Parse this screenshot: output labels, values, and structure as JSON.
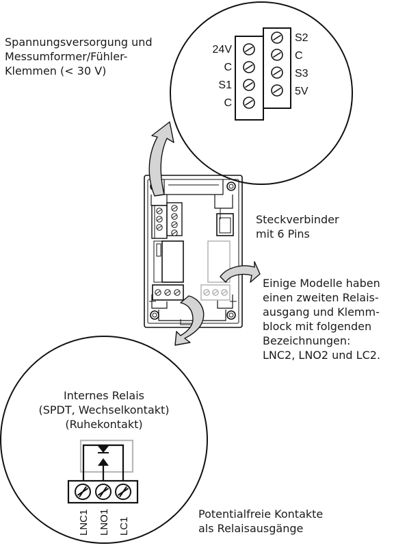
{
  "labels": {
    "supply_terminals": [
      "Spannungsversorgung und",
      "Messumformer/Fühler-",
      "Klemmen (< 30 V)"
    ],
    "connector": [
      "Steckverbinder",
      "mit 6 Pins"
    ],
    "second_relay": [
      "Einige Modelle haben",
      "einen zweiten Relais-",
      "ausgang und Klemm-",
      "block mit folgenden",
      "Bezeichnungen:",
      "LNC2, LNO2 und LC2."
    ],
    "internal_relay": [
      "Internes Relais",
      "(SPDT, Wechselkontakt)",
      "(Ruhekontakt)"
    ],
    "potential_free": [
      "Potentialfreie Kontakte",
      "als Relaisausgänge"
    ]
  },
  "terminals": {
    "left_block": [
      "24V",
      "C",
      "S1",
      "C"
    ],
    "right_block": [
      "S2",
      "C",
      "S3",
      "5V"
    ],
    "relay_block": [
      "LNC1",
      "LNO1",
      "LC1"
    ]
  },
  "colors": {
    "line": "#1a1a1a",
    "arrow_fill": "#d4d4d4",
    "light_block": "#b8b8b8"
  }
}
